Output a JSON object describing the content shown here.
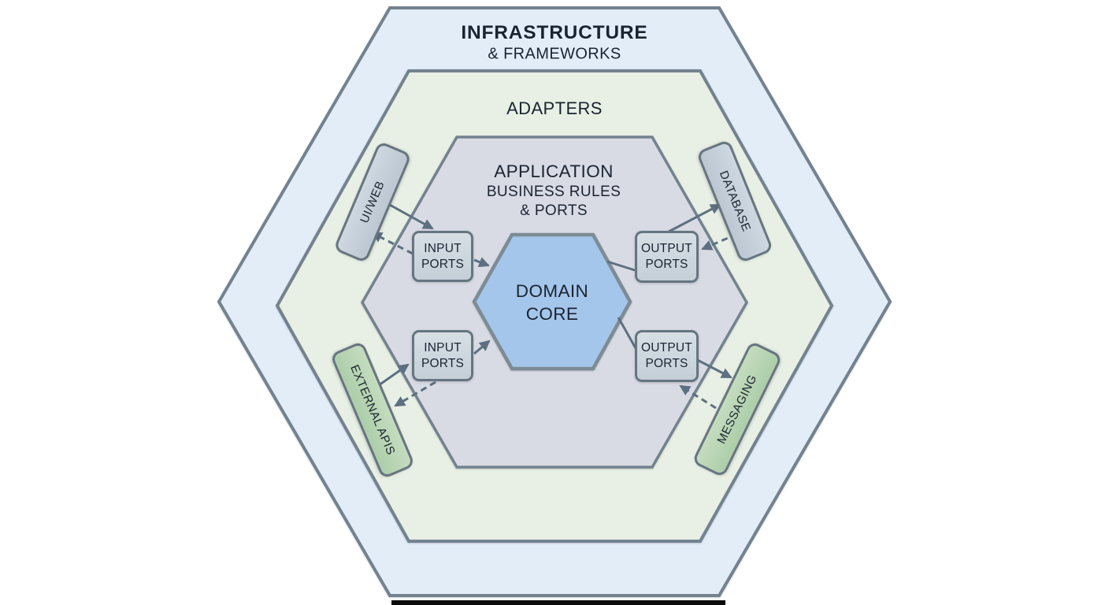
{
  "colors": {
    "bg": "#ffffff",
    "infra-fill": "#e2edf8",
    "adapters-fill": "#e8efe4",
    "app-fill": "#d9dbe4",
    "core-fill": "#a5c6eb",
    "hex-border": "#73828e",
    "core-border": "#7d8b95",
    "box-border": "#66757f",
    "gray-box-top": "#cfd8e1",
    "gray-box-bottom": "#bcc7d2",
    "green-box-top": "#c4dcbe",
    "green-box-bottom": "#adceaa",
    "port-box-top": "#d7dfe5",
    "port-box-bottom": "#c4cfd7",
    "arrow": "#5d7081",
    "text": "#1a2430",
    "bottom-bar": "#0b0b0b"
  },
  "layers": {
    "infrastructure": {
      "line1": "INFRASTRUCTURE",
      "line2": "& FRAMEWORKS"
    },
    "adapters": {
      "label": "ADAPTERS"
    },
    "application": {
      "line1": "APPLICATION",
      "line2": "BUSINESS RULES",
      "line3": "& PORTS"
    },
    "core": {
      "line1": "DOMAIN",
      "line2": "CORE"
    }
  },
  "ports": {
    "input_upper": {
      "line1": "INPUT",
      "line2": "PORTS"
    },
    "input_lower": {
      "line1": "INPUT",
      "line2": "PORTS"
    },
    "output_upper": {
      "line1": "OUTPUT",
      "line2": "PORTS"
    },
    "output_lower": {
      "line1": "OUTPUT",
      "line2": "PORTS"
    }
  },
  "adapter_nodes": {
    "ui_web": {
      "label": "UI/WEB"
    },
    "database": {
      "label": "DATABASE"
    },
    "external_apis": {
      "label": "EXTERNAL APIS"
    },
    "messaging": {
      "label": "MESSAGING"
    }
  }
}
